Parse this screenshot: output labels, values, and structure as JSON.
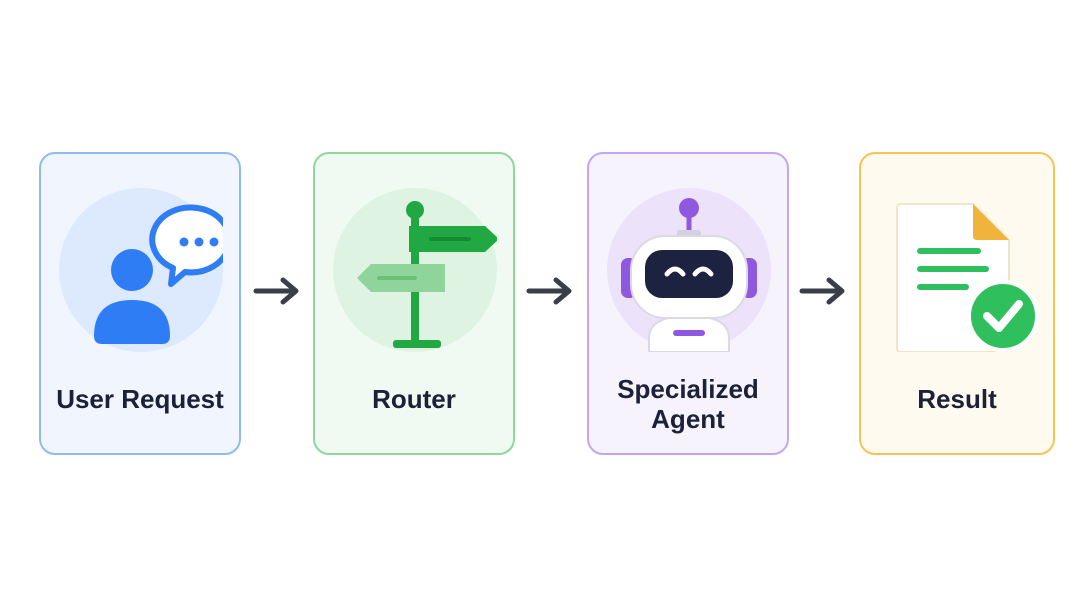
{
  "steps": [
    {
      "label": "User Request",
      "icon": "user-chat-icon",
      "accent": "#2f7df5"
    },
    {
      "label": "Router",
      "icon": "signpost-icon",
      "accent": "#21a843"
    },
    {
      "label": "Specialized Agent",
      "icon": "robot-icon",
      "accent": "#8e58df"
    },
    {
      "label": "Result",
      "icon": "document-check-icon",
      "accent": "#f0b43c"
    }
  ],
  "connector": {
    "icon": "arrow-right-icon",
    "color": "#3a3e48"
  }
}
